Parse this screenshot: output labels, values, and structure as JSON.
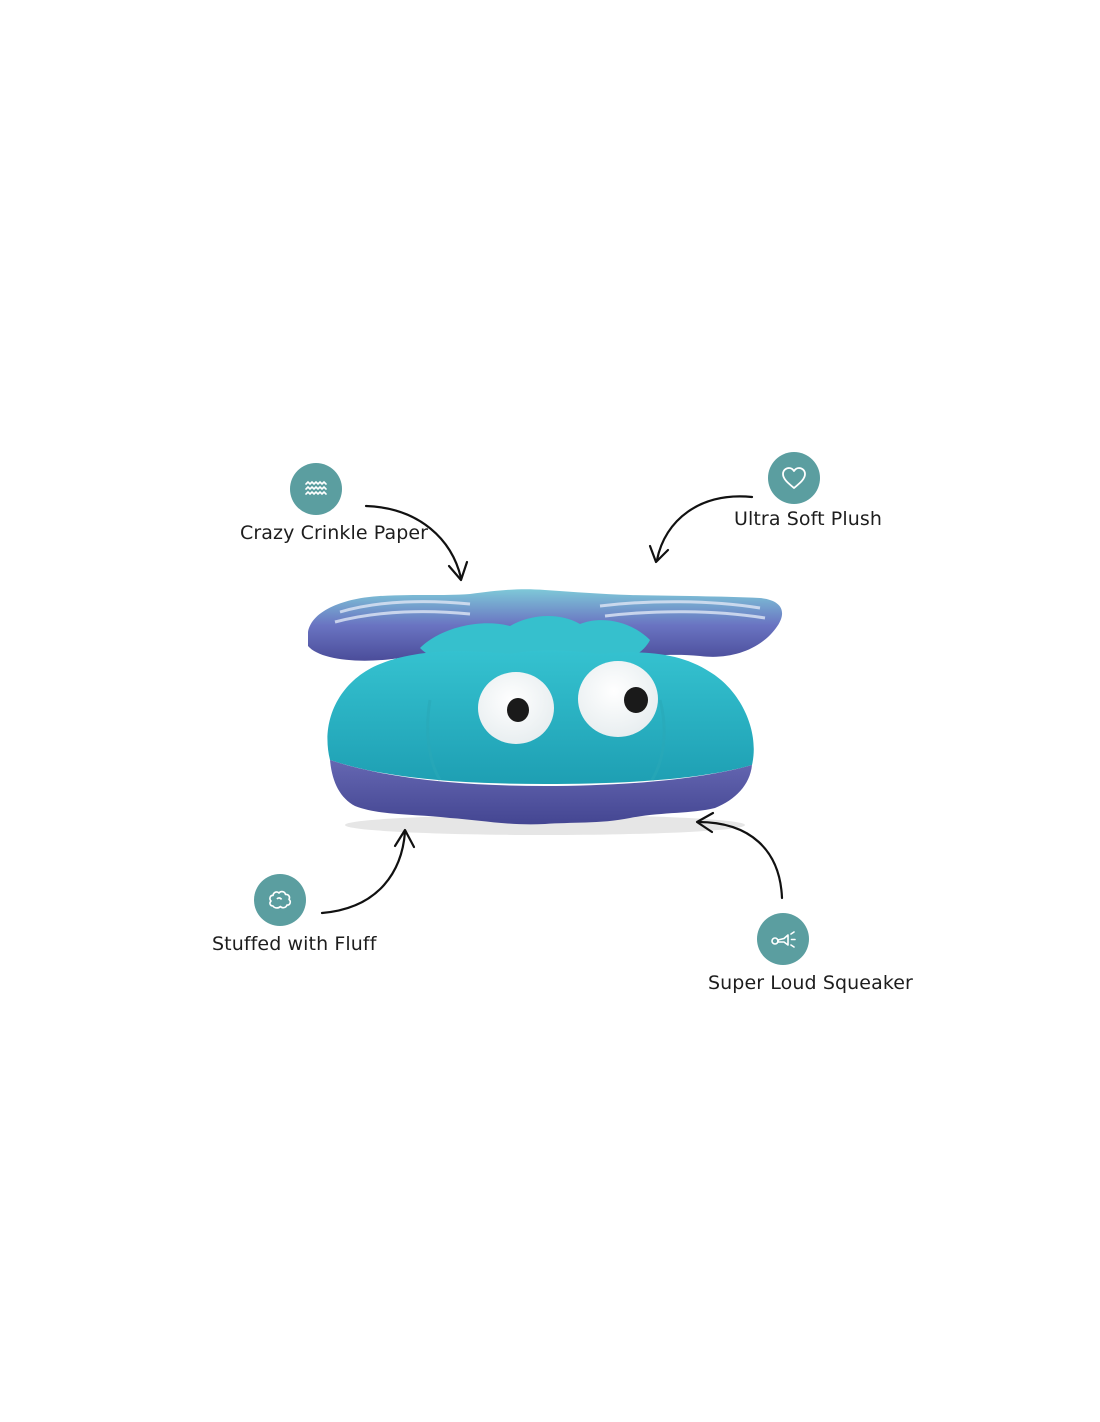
{
  "features": {
    "crinkle": {
      "label": "Crazy Crinkle Paper",
      "icon": "waves-icon"
    },
    "plush": {
      "label": "Ultra Soft Plush",
      "icon": "heart-icon"
    },
    "fluff": {
      "label": "Stuffed with Fluff",
      "icon": "fluff-icon"
    },
    "squeaker": {
      "label": "Super Loud Squeaker",
      "icon": "squeaker-horn-icon"
    }
  },
  "colors": {
    "icon_circle": "#5b9ea0",
    "shell_teal": "#2cb5c4",
    "shell_purple": "#5b5aa6",
    "background": "#ffffff"
  }
}
